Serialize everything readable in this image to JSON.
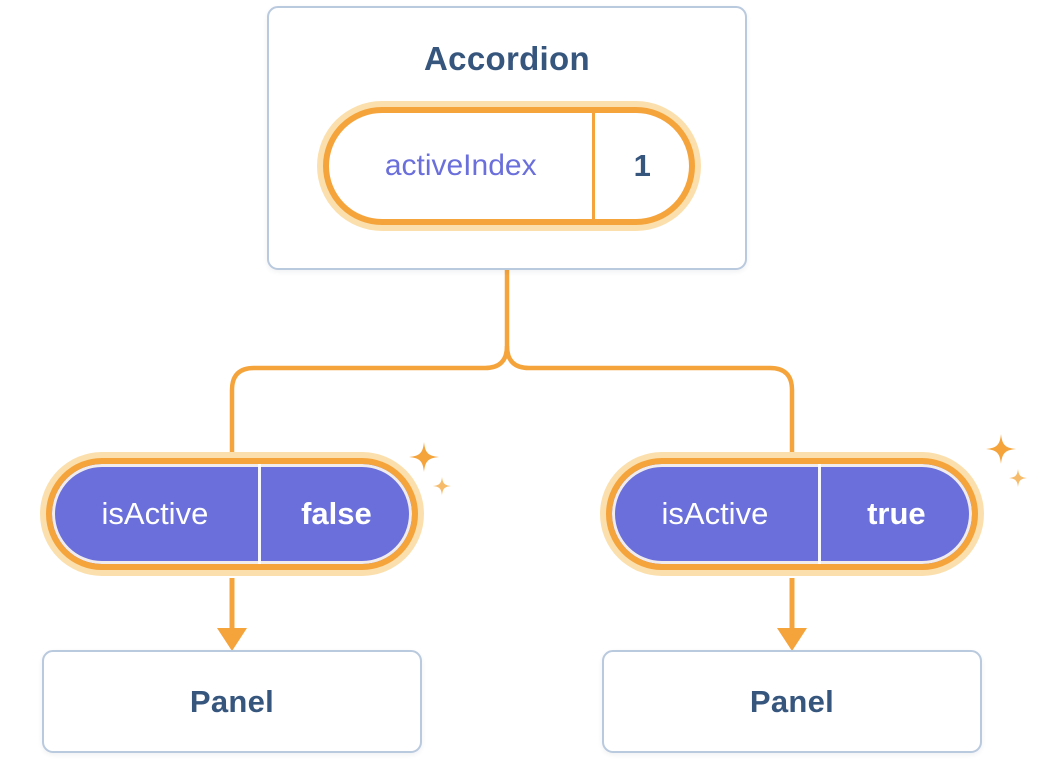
{
  "colors": {
    "accent_orange": "#F5A43C",
    "orange_glow": "#FBE0AE",
    "purple": "#6A6FDB",
    "card_border": "#B9C9DE",
    "heading_text": "#36567E",
    "sparkle_light": "#F6BC6B",
    "pill_text_light": "#FFFFFF"
  },
  "icons": [
    "sparkles-icon",
    "arrow-down-icon",
    "tree-connector-line"
  ],
  "accordion": {
    "title": "Accordion",
    "state_pill": {
      "label": "activeIndex",
      "value": "1"
    }
  },
  "branches": [
    {
      "prop_pill": {
        "label": "isActive",
        "value": "false"
      },
      "panel_title": "Panel"
    },
    {
      "prop_pill": {
        "label": "isActive",
        "value": "true"
      },
      "panel_title": "Panel"
    }
  ]
}
